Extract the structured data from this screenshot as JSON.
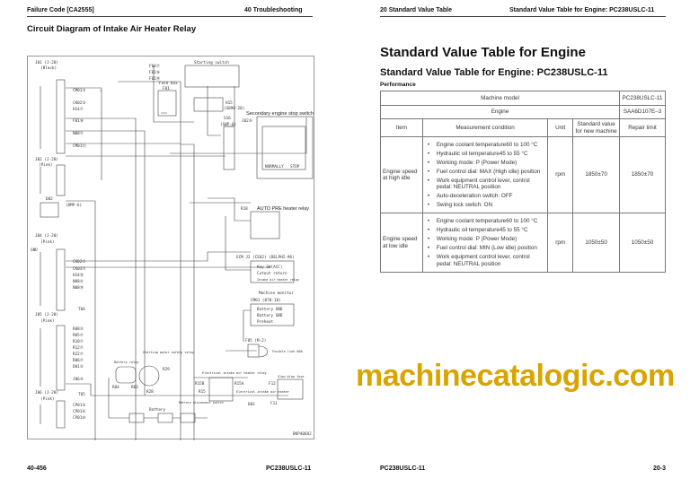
{
  "left_page": {
    "header_left": "Failure Code [CA2555]",
    "header_right": "40 Troubleshooting",
    "title": "Circuit Diagram of Intake Air Heater Relay",
    "footer_left": "40-456",
    "footer_right": "PC238USLC-11",
    "diagram": {
      "j01": "J01 (J-20)",
      "j01_color": "(Black)",
      "j01_pins": [
        "CM01③",
        "CK02③",
        "H14⑦",
        "F01⑯",
        "N08⑦",
        "CM01⑬"
      ],
      "j02": "J02 (J-20)",
      "j02_color": "(Pink)",
      "d02": "D02",
      "d02_type": "(DMP-6)",
      "gnd": "GND",
      "j04": "J04 (J-20)",
      "j04_color": "(Pink)",
      "j04_pins": [
        "CK02①",
        "CK03⑦",
        "H14⑮",
        "N08⑤",
        "N08⑲"
      ],
      "t04": "T04",
      "j05": "J05 (J-20)",
      "j05_color": "(Pink)",
      "j05_pins": [
        "R08③",
        "R05⑦",
        "R10⑦",
        "R12⑦",
        "R22⑦",
        "R06⑦",
        "D01③",
        "J06⑨"
      ],
      "t05": "T05",
      "j06": "J06 (J-20)",
      "j06_color": "(Pink)",
      "j06_pins": [
        "CP01⑤",
        "CP01⑥",
        "CP01⑩"
      ],
      "top_pins": [
        "F04⑦",
        "F01⑯",
        "F01⑭"
      ],
      "starting_switch": "Starting switch",
      "fuse_box": "Fuse box",
      "fuse_box_id": "F01",
      "h15": "H15",
      "h15_type": "(S090-20)",
      "j02_9": "J02⑨",
      "s16": "S16",
      "s16_type": "(SWP-6)",
      "sec_stop": "Secondary engine stop switch",
      "normally": "NORMALLY",
      "stop": "STOP",
      "r18": "R18",
      "r18_desc": "AUTO PRE heater relay",
      "ecm": "ECM J2 (CE02) (DELPHI-96)",
      "ecm_pins": [
        "Key SW(ACC)",
        "Cutout return",
        "Intake air heater relay"
      ],
      "monitor": "Machine monitor",
      "cm01": "CM01 (070-18)",
      "monitor_pins": [
        "Battery GND",
        "Battery GND",
        "Preheat"
      ],
      "f05": "F05 (M-2)",
      "fusible": "Fusible link 80A",
      "start_safety": "Starting motor safety relay",
      "battery_relay": "Battery relay",
      "r29": "R29",
      "r04": "R04",
      "r03": "R03",
      "r28": "R28",
      "heater_relay": "Electrical intake air heater relay",
      "r15b": "R15B",
      "r15": "R15",
      "r15a": "R15A",
      "slow_blow": "Slow blow fuse",
      "f12": "F12",
      "f11": "F11",
      "heater": "Electrical intake air heater",
      "d01": "D01",
      "battery": "Battery",
      "disconnect": "Battery disconnect switch",
      "code": "BKP40682"
    }
  },
  "watermark": "machinecatalogic.com",
  "right_page": {
    "header_left": "20 Standard Value Table",
    "header_right": "Standard Value Table for Engine: PC238USLC-11",
    "title": "Standard Value Table for Engine",
    "subtitle": "Standard Value Table for Engine: PC238USLC-11",
    "section": "Performance",
    "footer_left": "PC238USLC-11",
    "footer_right": "20-3",
    "table": {
      "machine_model_label": "Machine model",
      "machine_model": "PC238USLC-11",
      "engine_label": "Engine",
      "engine": "SAA6D107E–3",
      "headers": [
        "Item",
        "Measurement condition",
        "Unit",
        "Standard value for new machine",
        "Repair limit"
      ],
      "rows": [
        {
          "item": "Engine speed at high idle",
          "conditions": [
            "Engine coolant temperature60 to 100 °C",
            "Hydraulic oil temperature45 to 55 °C",
            "Working mode: P (Power Mode)",
            "Fuel control dial: MAX (High idle) position",
            "Work equipment control lever, control pedal: NEUTRAL position",
            "Auto-deceleration switch: OFF",
            "Swing lock switch: ON"
          ],
          "unit": "rpm",
          "standard": "1850±70",
          "repair": "1850±70"
        },
        {
          "item": "Engine speed at low idle",
          "conditions": [
            "Engine coolant temperature60 to 100 °C",
            "Hydraulic oil temperature45 to 55 °C",
            "Working mode: P (Power Mode)",
            "Fuel control dial: MIN (Low idle) position",
            "Work equipment control lever, control pedal: NEUTRAL position"
          ],
          "unit": "rpm",
          "standard": "1050±50",
          "repair": "1050±50"
        }
      ]
    }
  }
}
